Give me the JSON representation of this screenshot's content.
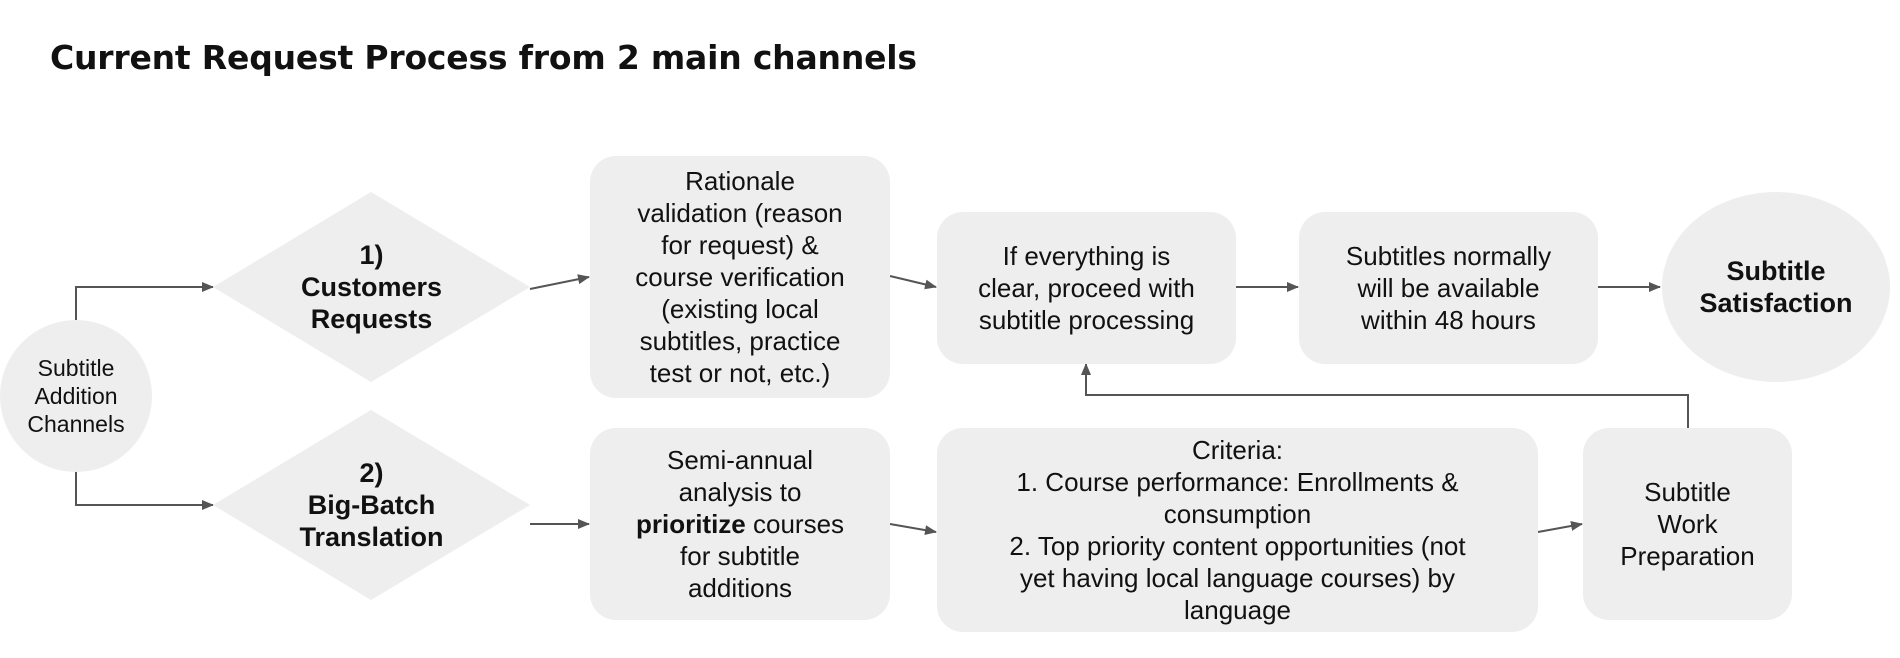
{
  "title": "Current Request Process from 2 main channels",
  "nodes": {
    "channels": {
      "lines": [
        "Subtitle",
        "Addition",
        "Channels"
      ]
    },
    "customers": {
      "lines": [
        "1)",
        "Customers",
        "Requests"
      ]
    },
    "bigbatch": {
      "lines": [
        "2)",
        "Big-Batch",
        "Translation"
      ]
    },
    "rationale": {
      "lines": [
        "Rationale",
        "validation (reason",
        "for request) &",
        "course verification",
        "(existing local",
        "subtitles, practice",
        "test or not, etc.)"
      ]
    },
    "proceed": {
      "lines": [
        "If everything is",
        "clear, proceed with",
        "subtitle processing"
      ]
    },
    "available": {
      "lines": [
        "Subtitles normally",
        "will be available",
        "within 48 hours"
      ]
    },
    "satisfaction": {
      "lines": [
        "Subtitle",
        "Satisfaction"
      ]
    },
    "analysis": {
      "line1": "Semi-annual",
      "line2": "analysis to",
      "line3_bold": "prioritize",
      "line3_rest": " courses",
      "line4": "for subtitle",
      "line5": "additions"
    },
    "criteria": {
      "lines": [
        "Criteria:",
        "1. Course performance: Enrollments &",
        "consumption",
        "2. Top priority content opportunities (not",
        "yet having local language courses) by",
        "language"
      ]
    },
    "preparation": {
      "lines": [
        "Subtitle",
        "Work",
        "Preparation"
      ]
    }
  },
  "colors": {
    "node_fill": "#eeeeee",
    "edge": "#555555",
    "text": "#111111"
  }
}
